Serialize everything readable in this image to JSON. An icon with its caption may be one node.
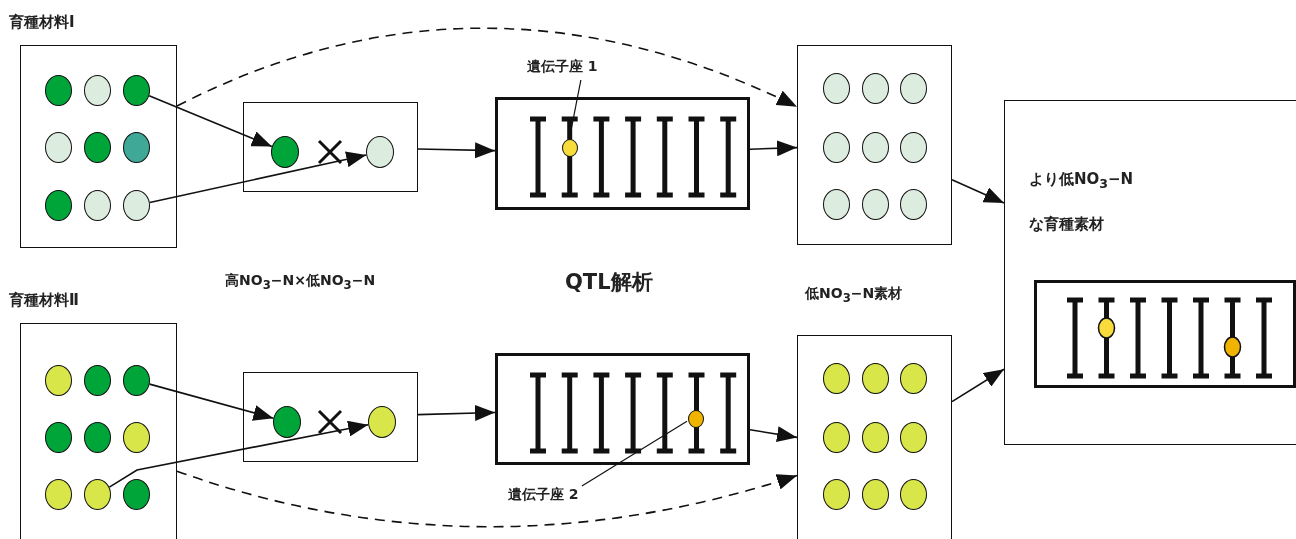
{
  "diagram": {
    "nodes": [
      {
        "text": [
          "育種材料Ⅰ"
        ]
      },
      {
        "text": [],
        "shape": "circle",
        "in": 0
      },
      {
        "text": [],
        "shape": "circle",
        "in": 0
      },
      {
        "text": [],
        "shape": "circle",
        "in": 0
      },
      {
        "text": [],
        "shape": "circle",
        "in": 0
      },
      {
        "text": [],
        "shape": "circle",
        "in": 0
      },
      {
        "text": [],
        "shape": "circle",
        "in": 0
      },
      {
        "text": [],
        "shape": "circle",
        "in": 0
      },
      {
        "text": [],
        "shape": "circle",
        "in": 0
      },
      {
        "text": [],
        "shape": "circle",
        "in": 0
      },
      {
        "text": [],
        "shape": "box"
      },
      {
        "text": [],
        "shape": "circle",
        "in": 10
      },
      {
        "text": [],
        "shape": "circle",
        "in": 10
      },
      {
        "text": [],
        "shape": "box"
      },
      {
        "text": [],
        "shape": "circle",
        "in": 13
      },
      {
        "text": [
          "遺伝子座 1"
        ]
      },
      {
        "text": [],
        "shape": "box"
      },
      {
        "text": [],
        "shape": "circle",
        "in": 16
      },
      {
        "text": [],
        "shape": "circle",
        "in": 16
      },
      {
        "text": [],
        "shape": "circle",
        "in": 16
      },
      {
        "text": [],
        "shape": "circle",
        "in": 16
      },
      {
        "text": [],
        "shape": "circle",
        "in": 16
      },
      {
        "text": [],
        "shape": "circle",
        "in": 16
      },
      {
        "text": [],
        "shape": "circle",
        "in": 16
      },
      {
        "text": [],
        "shape": "circle",
        "in": 16
      },
      {
        "text": [],
        "shape": "circle",
        "in": 16
      },
      {
        "text": [
          "育種材料Ⅱ"
        ]
      },
      {
        "text": [],
        "shape": "circle",
        "in": 26
      },
      {
        "text": [],
        "shape": "circle",
        "in": 26
      },
      {
        "text": [],
        "shape": "circle",
        "in": 26
      },
      {
        "text": [],
        "shape": "circle",
        "in": 26
      },
      {
        "text": [],
        "shape": "circle",
        "in": 26
      },
      {
        "text": [],
        "shape": "circle",
        "in": 26
      },
      {
        "text": [],
        "shape": "circle",
        "in": 26
      },
      {
        "text": [],
        "shape": "circle",
        "in": 26
      },
      {
        "text": [],
        "shape": "circle",
        "in": 26
      },
      {
        "text": [],
        "shape": "box"
      },
      {
        "text": [],
        "shape": "circle",
        "in": 36
      },
      {
        "text": [],
        "shape": "circle",
        "in": 36
      },
      {
        "text": [],
        "shape": "box"
      },
      {
        "text": [],
        "shape": "circle",
        "in": 39
      },
      {
        "text": [
          "遺伝子座 2"
        ]
      },
      {
        "text": [],
        "shape": "box"
      },
      {
        "text": [],
        "shape": "circle",
        "in": 42
      },
      {
        "text": [],
        "shape": "circle",
        "in": 42
      },
      {
        "text": [],
        "shape": "circle",
        "in": 42
      },
      {
        "text": [],
        "shape": "circle",
        "in": 42
      },
      {
        "text": [],
        "shape": "circle",
        "in": 42
      },
      {
        "text": [],
        "shape": "circle",
        "in": 42
      },
      {
        "text": [],
        "shape": "circle",
        "in": 42
      },
      {
        "text": [],
        "shape": "circle",
        "in": 42
      },
      {
        "text": [],
        "shape": "circle",
        "in": 42
      },
      {
        "text": [
          "より低NO$_{3}$−Nな育種素材"
        ]
      },
      {
        "text": [],
        "shape": "box",
        "in": 52
      }
    ],
    "edges": [
      {
        "from": 3,
        "to": 11,
        "arrow": "to"
      },
      {
        "from": 9,
        "to": 12,
        "arrow": "to"
      },
      {
        "from": 10,
        "to": 13,
        "arrow": "to"
      },
      {
        "from": 13,
        "to": 16,
        "arrow": "to"
      },
      {
        "from": 0,
        "to": 16,
        "arrow": "to",
        "style": "dashed"
      },
      {
        "from": 15,
        "to": 14,
        "arrow": "none"
      },
      {
        "from": 16,
        "to": 52,
        "arrow": "to"
      },
      {
        "from": 29,
        "to": 37,
        "arrow": "to"
      },
      {
        "from": 34,
        "to": 38,
        "arrow": "to"
      },
      {
        "from": 36,
        "to": 39,
        "arrow": "to"
      },
      {
        "from": 39,
        "to": 42,
        "arrow": "to"
      },
      {
        "from": 26,
        "to": 42,
        "arrow": "to",
        "style": "dashed"
      },
      {
        "from": 41,
        "to": 40,
        "arrow": "none"
      },
      {
        "from": 42,
        "to": 52,
        "arrow": "to"
      }
    ],
    "labels": [
      "高NO$_{3}$−N×低NO$_{3}$−N",
      "QTL解析",
      "低NO$_{3}$−N素材"
    ]
  }
}
